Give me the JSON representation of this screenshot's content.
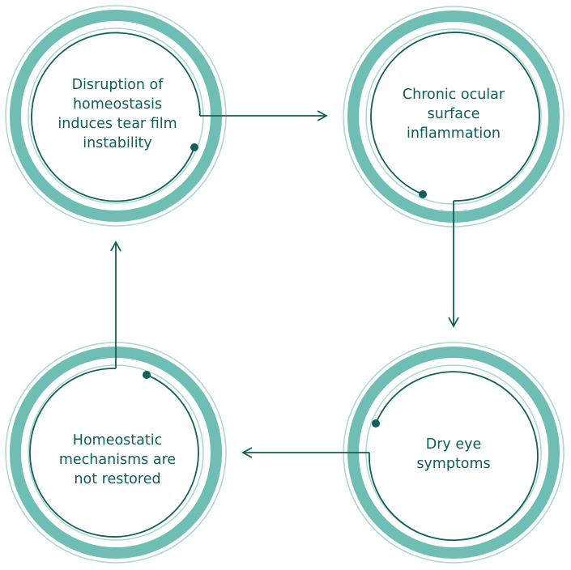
{
  "colors": {
    "ring": "#6fbeb4",
    "ring_light": "#a8d8d1",
    "line": "#11605a",
    "text": "#0e5d57",
    "background": "#ffffff"
  },
  "nodes": [
    {
      "id": "disruption",
      "lines": [
        "Disruption of",
        "homeostasis",
        "induces tear film",
        "instability"
      ]
    },
    {
      "id": "inflammation",
      "lines": [
        "Chronic ocular",
        "surface",
        "inflammation"
      ]
    },
    {
      "id": "dry-eye",
      "lines": [
        "Dry eye",
        "symptoms"
      ]
    },
    {
      "id": "homeostatic",
      "lines": [
        "Homeostatic",
        "mechanisms are",
        "not restored"
      ]
    }
  ]
}
